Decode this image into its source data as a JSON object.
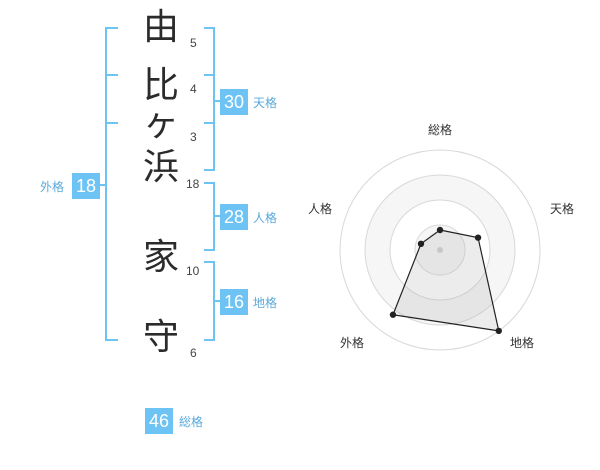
{
  "name_chars": [
    "由",
    "比",
    "ヶ",
    "浜",
    "家",
    "守"
  ],
  "stroke_counts": [
    "5",
    "4",
    "3",
    "18",
    "10",
    "6"
  ],
  "results": {
    "tenkaku": {
      "value": "30",
      "label": "天格"
    },
    "jinkaku": {
      "value": "28",
      "label": "人格"
    },
    "chikaku": {
      "value": "16",
      "label": "地格"
    },
    "gaikaku": {
      "value": "18",
      "label": "外格"
    },
    "soukaku": {
      "value": "46",
      "label": "総格"
    }
  },
  "colors": {
    "badge": "#6ec3f5",
    "bracket": "#6ec3f5",
    "label": "#5aa9dc"
  },
  "chart_data": {
    "type": "radar",
    "axes": [
      "総格",
      "天格",
      "地格",
      "外格",
      "人格"
    ],
    "values": [
      1,
      2,
      5,
      4,
      1
    ],
    "max": 5,
    "rings": 4
  }
}
